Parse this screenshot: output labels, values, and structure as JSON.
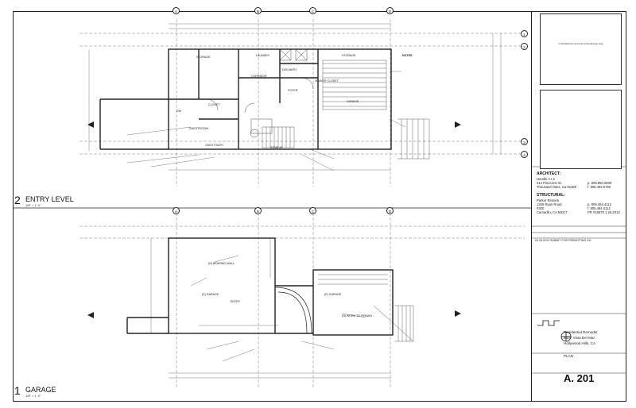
{
  "entry_level": {
    "number": "2",
    "title": "ENTRY LEVEL",
    "scale": "1/8\" = 1'-0\"",
    "rooms": [
      "STORAGE",
      "LAUNDRY",
      "CORRIDOR",
      "DEN BATH",
      "GARAGE",
      "CLOSET",
      "FOYER",
      "SHAVER CLOSET",
      "GUESTROOM",
      "GUEST BATH",
      "DW",
      "STAIR #2",
      "STORAGE"
    ],
    "notes_title": "NOTES",
    "grid": [
      "A",
      "B",
      "C",
      "D"
    ],
    "grid_right": [
      "1",
      "2",
      "3",
      "4"
    ]
  },
  "garage": {
    "number": "1",
    "title": "GARAGE",
    "scale": "1/8\" = 1'-0\"",
    "rooms": [
      "(E) GARAGE",
      "(E) GARAGE",
      "ENTRY",
      "(N) WORK TO REMAIN",
      "(N) BEARING WALL"
    ],
    "grid": [
      "A",
      "B",
      "C",
      "D"
    ]
  },
  "title_block": {
    "path_text": "C:\\Data\\Documents\\HomeStudio\\logo.dwg",
    "architect_head": "ARCHITECT:",
    "architect_lines": [
      "Hoodle A.I.2",
      "314 Pinecrest St.",
      "Thousand Oaks, Ca 91360"
    ],
    "architect_phone": [
      "p. 805.960.0609",
      "f. 805.492.5750"
    ],
    "structural_head": "STRUCTURAL:",
    "structural_lines": [
      "Parker Resnick",
      "1259 Ryan Road",
      "#300",
      "Camarillo, CA 93017"
    ],
    "structural_phone": [
      "p. 805.484.4112",
      "f. 805.484.4112",
      "PR #15970 1.26.2013"
    ],
    "issue_row": "03.26.2013    SUBMIT FOR PERMITTING    DH",
    "project_head": "Residential Remodel",
    "project_lines": [
      "8337 Vista Del Mar",
      "Hollywood Hills, CA"
    ],
    "sheet_title": "PLAN",
    "sheet_number": "A. 201"
  }
}
